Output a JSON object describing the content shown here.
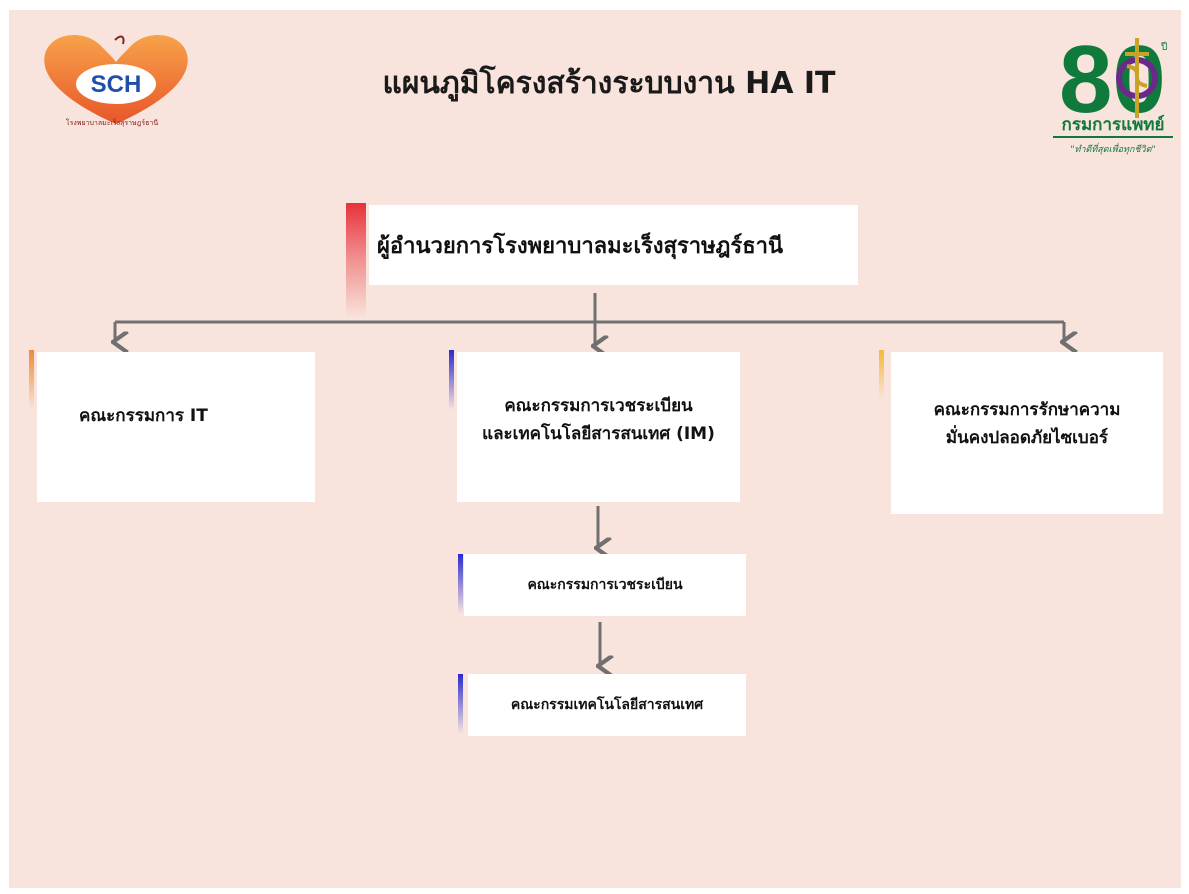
{
  "header": {
    "title": "แผนภูมิโครงสร้างระบบงาน HA IT",
    "sch_logo": {
      "text": "SCH",
      "caption": "โรงพยาบาลมะเร็งสุราษฎร์ธานี"
    },
    "dms_logo": {
      "number": "80",
      "suffix": "ปี",
      "name": "กรมการแพทย์",
      "slogan": "\"ทำดีที่สุดเพื่อทุกชีวิต\""
    }
  },
  "org": {
    "director": "ผู้อำนวยการโรงพยาบาลมะเร็งสุราษฎร์ธานี",
    "it_committee": "คณะกรรมการ IT",
    "im_committee": [
      "คณะกรรมการเวชระเบียน",
      "และเทคโนโลยีสารสนเทศ (IM)"
    ],
    "cyber_committee": [
      "คณะกรรมการรักษาความ",
      "มั่นคงปลอดภัยไซเบอร์"
    ],
    "medical_records_committee": "คณะกรรมการเวชระเบียน",
    "it_tech_committee": "คณะกรรมเทคโนโลยีสารสนเทศ"
  },
  "colors": {
    "background": "#f8e4dc",
    "connector": "#707070",
    "accent_director": "#e8323a",
    "accent_it": "#f08a3a",
    "accent_im": "#2a2ad0",
    "accent_cyber": "#f5b93a",
    "dms_green": "#0f7a3c",
    "sch_orange": "#f07a30"
  }
}
